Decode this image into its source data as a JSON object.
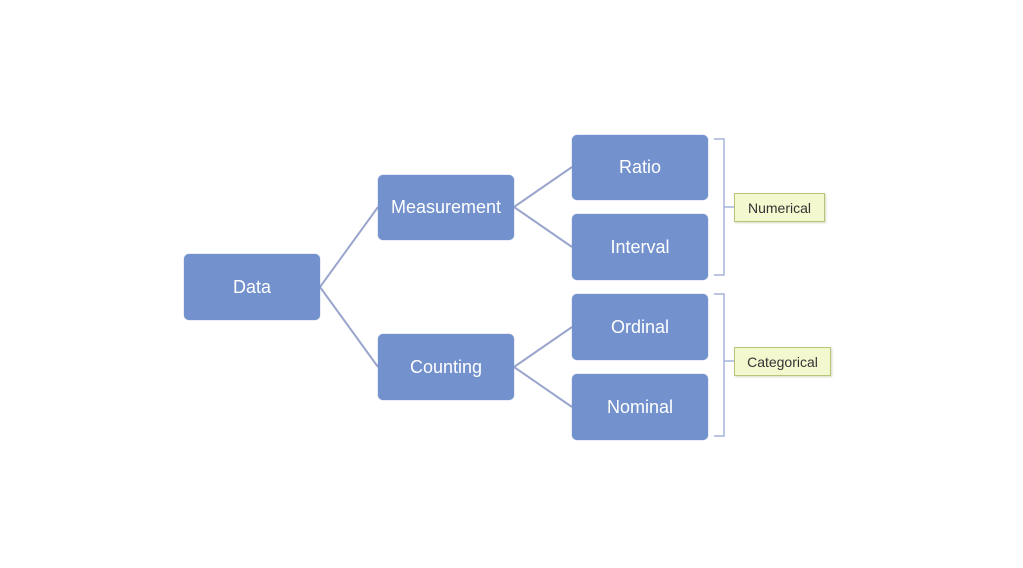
{
  "diagram": {
    "title": "",
    "root": {
      "label": "Data"
    },
    "level1": [
      {
        "label": "Measurement"
      },
      {
        "label": "Counting"
      }
    ],
    "level2": [
      {
        "label": "Ratio",
        "parent": "Measurement"
      },
      {
        "label": "Interval",
        "parent": "Measurement"
      },
      {
        "label": "Ordinal",
        "parent": "Counting"
      },
      {
        "label": "Nominal",
        "parent": "Counting"
      }
    ],
    "groups": [
      {
        "label": "Numerical",
        "members": [
          "Ratio",
          "Interval"
        ]
      },
      {
        "label": "Categorical",
        "members": [
          "Ordinal",
          "Nominal"
        ]
      }
    ],
    "colors": {
      "node_fill": "#7391cd",
      "node_text": "#ffffff",
      "connector": "#9aa6cc",
      "tag_fill": "#f4f8cf",
      "tag_border": "#b8c47a"
    }
  }
}
